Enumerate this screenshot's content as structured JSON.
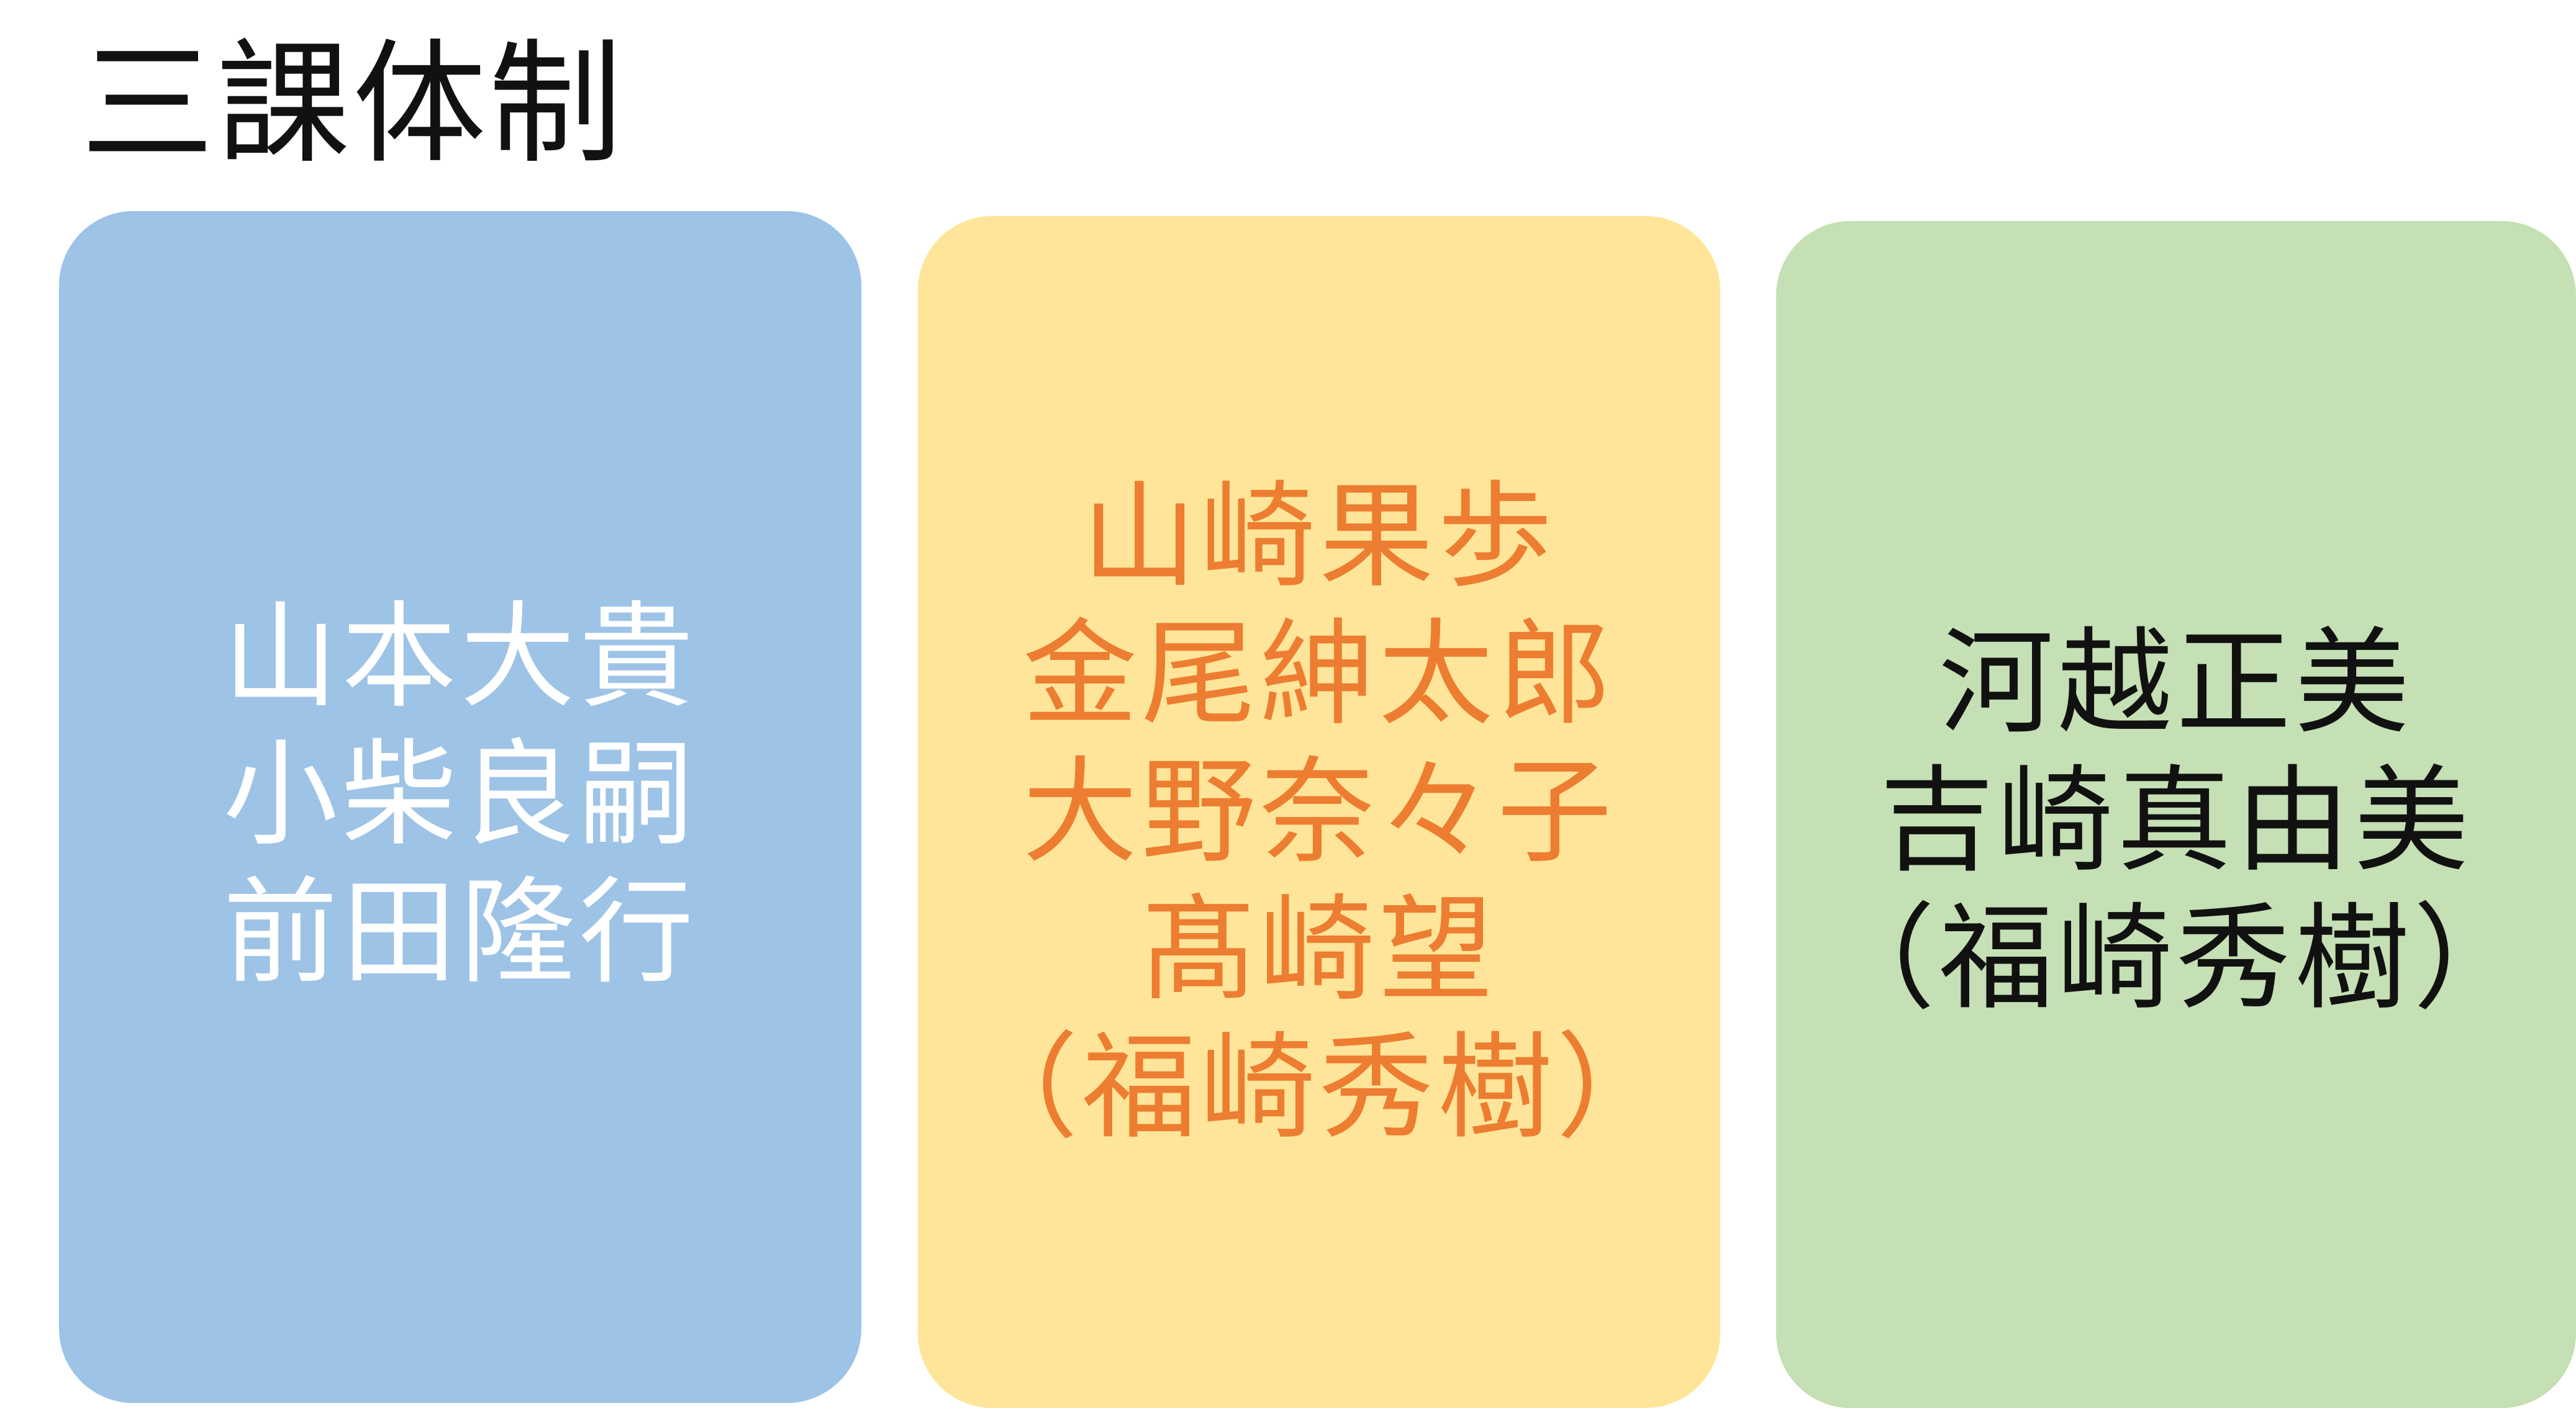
{
  "title": "三課体制",
  "colors": {
    "card1_bg": "#9dc3e6",
    "card1_text": "#ffffff",
    "card2_bg": "#ffe599",
    "card2_text": "#ed7d31",
    "card3_bg": "#c5e0b4",
    "card3_text": "#111111"
  },
  "cards": [
    {
      "lines": [
        "山本大貴",
        "小柴良嗣",
        "前田隆行"
      ]
    },
    {
      "lines": [
        "山崎果歩",
        "金尾紳太郎",
        "大野奈々子",
        "髙崎望",
        "（福崎秀樹）"
      ]
    },
    {
      "lines": [
        "河越正美",
        "吉崎真由美",
        "（福崎秀樹）"
      ]
    }
  ]
}
